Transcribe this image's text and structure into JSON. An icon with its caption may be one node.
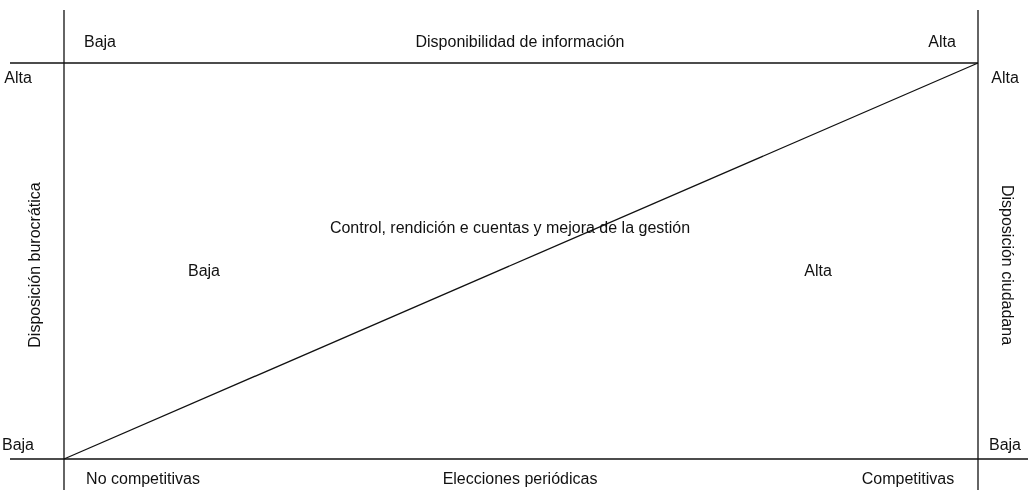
{
  "diagram": {
    "labels": [
      "Baja",
      "Disponibilidad de información",
      "Alta",
      "Alta",
      "Alta",
      "Control, rendición e cuentas y mejora de la gestión",
      "Disposición burocrática",
      "Baja",
      "Alta",
      "Disposición ciudadana",
      "Baja",
      "Baja",
      "No competitivas",
      "Elecciones periódicas",
      "Competitivas"
    ]
  }
}
